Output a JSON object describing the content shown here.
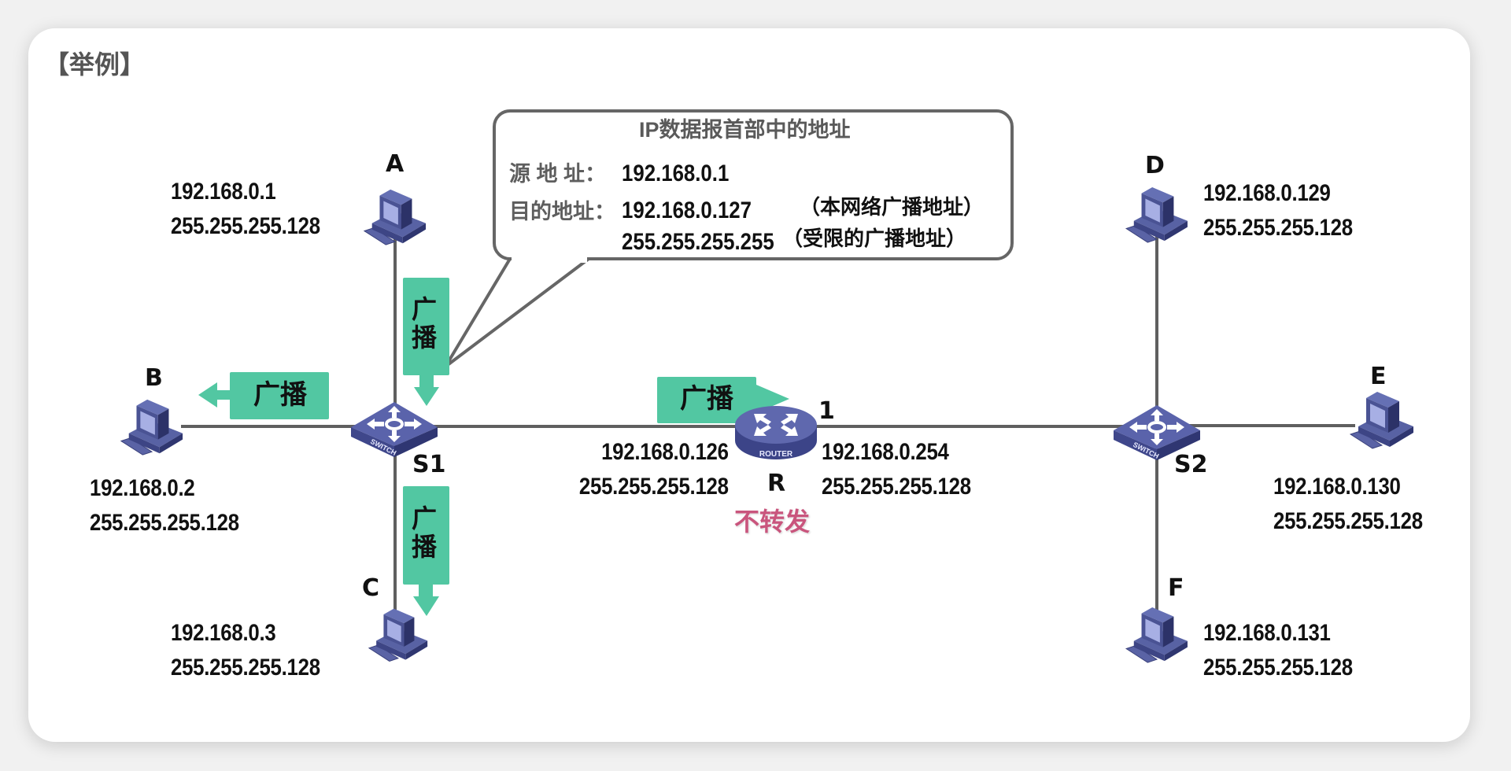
{
  "page": {
    "title": "【举例】"
  },
  "colors": {
    "green": "#52c7a2",
    "device": "#4b5597",
    "line": "#5f5f5f",
    "noforward": "#c9557d",
    "callout_border": "#666666"
  },
  "callout": {
    "title": "IP数据报首部中的地址",
    "source_key": "源 地 址：",
    "source_value": "192.168.0.1",
    "dest_key": "目的地址：",
    "dest_values": [
      {
        "value": "192.168.0.127",
        "note": "（本网络广播地址）"
      },
      {
        "value": "255.255.255.255",
        "note": "（受限的广播地址）"
      }
    ]
  },
  "hosts": {
    "A": {
      "label": "A",
      "ip": "192.168.0.1",
      "mask": "255.255.255.128"
    },
    "B": {
      "label": "B",
      "ip": "192.168.0.2",
      "mask": "255.255.255.128"
    },
    "C": {
      "label": "C",
      "ip": "192.168.0.3",
      "mask": "255.255.255.128"
    },
    "D": {
      "label": "D",
      "ip": "192.168.0.129",
      "mask": "255.255.255.128"
    },
    "E": {
      "label": "E",
      "ip": "192.168.0.130",
      "mask": "255.255.255.128"
    },
    "F": {
      "label": "F",
      "ip": "192.168.0.131",
      "mask": "255.255.255.128"
    }
  },
  "switches": {
    "S1": {
      "label": "S1",
      "device_text": "SWITCH"
    },
    "S2": {
      "label": "S2",
      "device_text": "SWITCH"
    }
  },
  "router": {
    "label": "R",
    "device_text": "ROUTER",
    "port_label": "1",
    "left_ip": "192.168.0.126",
    "left_mask": "255.255.255.128",
    "right_ip": "192.168.0.254",
    "right_mask": "255.255.255.128",
    "status": "不转发"
  },
  "broadcast_arrows": {
    "to_B": "广播",
    "from_A": "广播",
    "to_C": "广播",
    "to_router": "广播"
  }
}
